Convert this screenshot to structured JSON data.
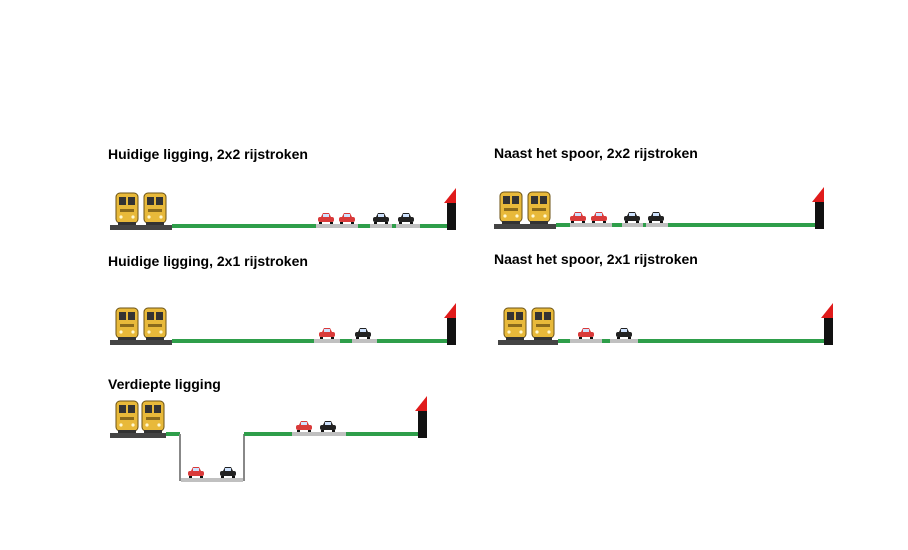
{
  "titles": {
    "current_2x2": "Huidige ligging, 2x2 rijstroken",
    "rail_2x2": "Naast het spoor, 2x2 rijstroken",
    "current_2x1": "Huidige ligging, 2x1 rijstroken",
    "rail_2x1": "Naast het spoor, 2x1 rijstroken",
    "sunken": "Verdiepte ligging"
  },
  "colors": {
    "grass": "#2e9e4a",
    "road": "#c0c0c0",
    "rail_bed": "#444444",
    "train_body": "#e8b93a",
    "train_dark": "#333333",
    "car_red": "#d93a3a",
    "car_black": "#222222",
    "building": "#111111",
    "roof": "#e01b1b",
    "trench_wall": "#888888"
  },
  "icons": {
    "train": "train-icon",
    "car": "car-icon",
    "building": "building-icon"
  }
}
